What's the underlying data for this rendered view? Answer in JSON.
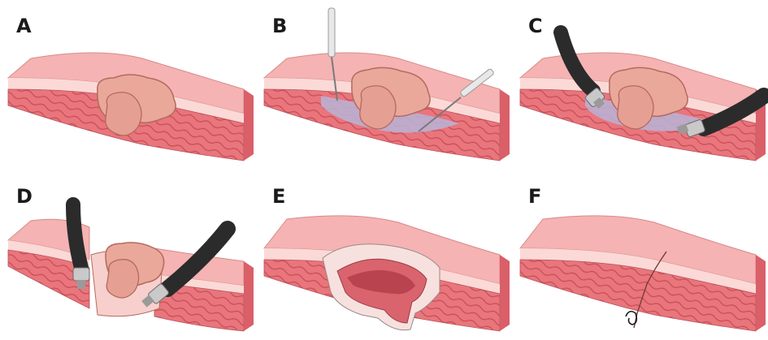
{
  "panels": [
    {
      "label": "A",
      "step": "lesion"
    },
    {
      "label": "B",
      "step": "submucosal-injection"
    },
    {
      "label": "C",
      "step": "incision-with-scopes"
    },
    {
      "label": "D",
      "step": "dissection-with-scopes"
    },
    {
      "label": "E",
      "step": "full-thickness-defect"
    },
    {
      "label": "F",
      "step": "closure"
    }
  ],
  "colors": {
    "mucosa_top": "#f5b3b3",
    "mucosa_light": "#fbd9d6",
    "muscle": "#e8767c",
    "muscle_line": "#c94a55",
    "inner_band": "#f7e1de",
    "lesion": "#e9a89a",
    "lesion_edge": "#b46a5e",
    "scope": "#2b2b2b",
    "needle": "#dcdcdc",
    "fluid": "#b9b4d8",
    "outline": "#6a3a3a"
  }
}
